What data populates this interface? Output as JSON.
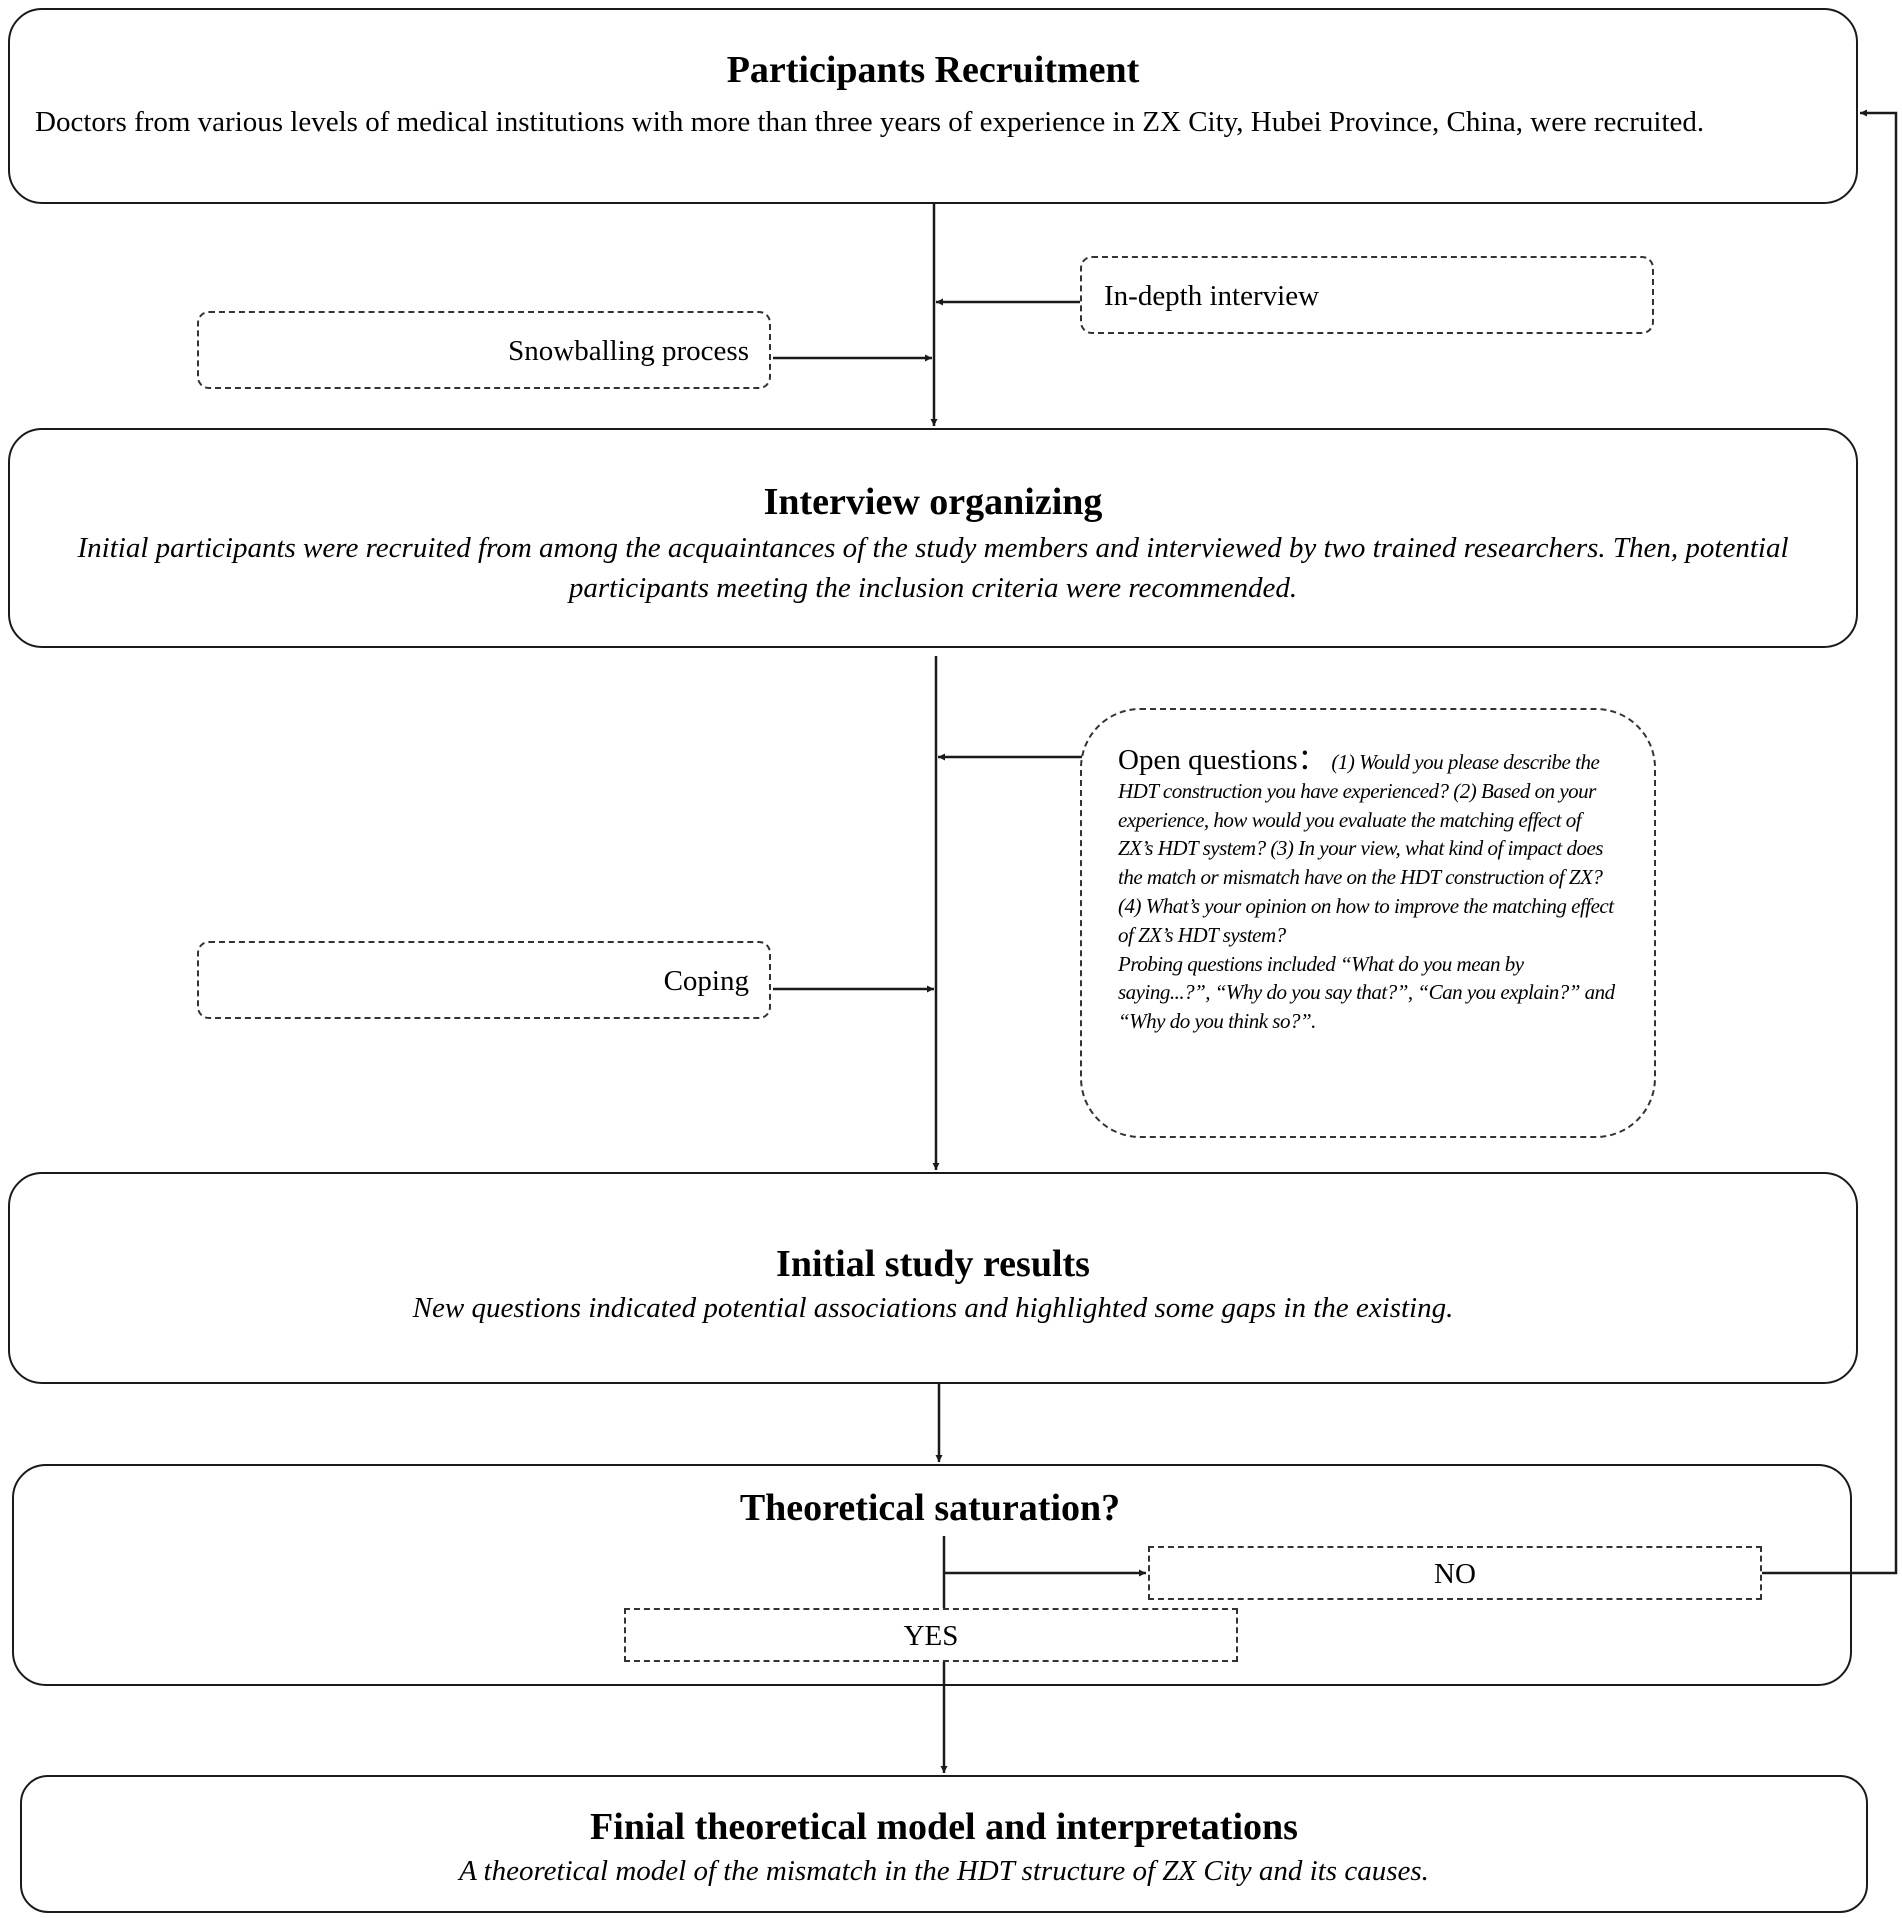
{
  "boxes": {
    "recruitment": {
      "title": "Participants Recruitment",
      "body": "Doctors from various levels of medical institutions with more than three years of experience in ZX City, Hubei Province, China, were recruited."
    },
    "interview": {
      "title": "Interview organizing",
      "body": "Initial participants were recruited from among the acquaintances of the study members and interviewed by two trained researchers. Then, potential participants meeting the inclusion criteria were recommended."
    },
    "initial_results": {
      "title": "Initial study results",
      "body": "New questions indicated potential associations and highlighted some gaps in the existing."
    },
    "saturation": {
      "title": "Theoretical saturation?",
      "no_label": "NO",
      "yes_label": "YES"
    },
    "final": {
      "title": "Finial theoretical model and interpretations",
      "body": "A theoretical model of the mismatch in the HDT structure of ZX City and its causes."
    }
  },
  "side_notes": {
    "in_depth": "In-depth interview",
    "snowballing": "Snowballing process",
    "coping": "Coping",
    "open_questions": {
      "heading": "Open questions：",
      "text": "(1) Would you please describe the HDT construction you have experienced? (2) Based on your experience, how would you evaluate the matching effect of ZX’s HDT system? (3) In your view, what kind of impact does the match or mismatch have on the HDT construction of ZX? (4) What’s your opinion on how to improve the matching effect of ZX’s HDT system?",
      "probing": "Probing questions included “What do you mean by saying...?”, “Why do you say that?”, “Can you explain?” and “Why do you think so?”."
    }
  },
  "colors": {
    "line": "#1a1a1a",
    "background": "#ffffff"
  }
}
